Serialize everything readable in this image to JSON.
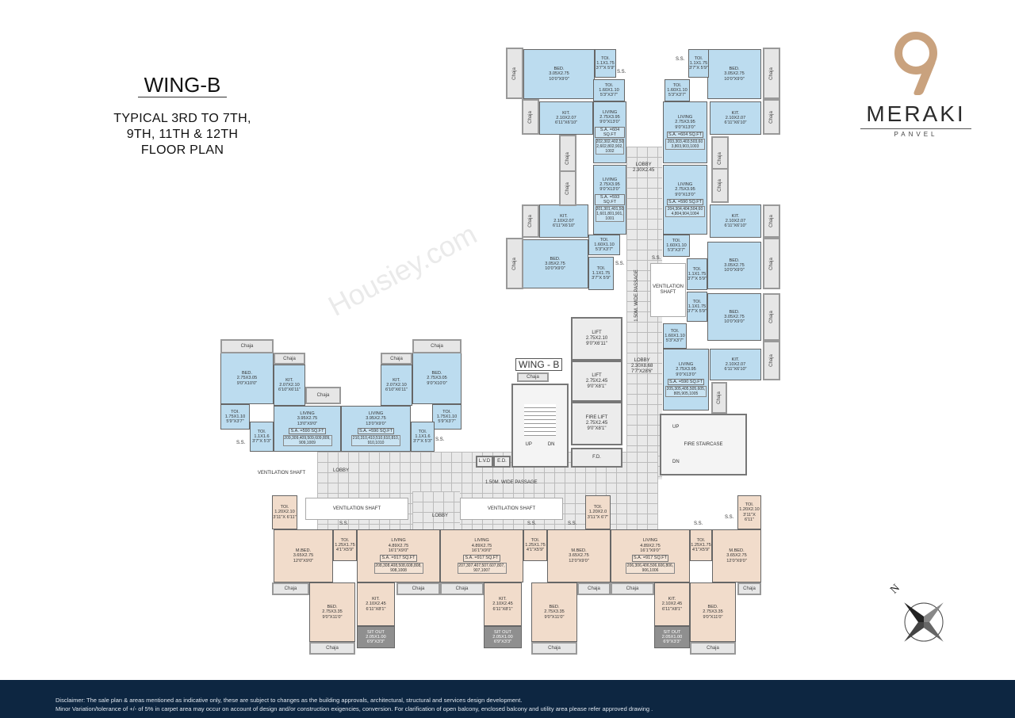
{
  "header": {
    "wing": "WING-B",
    "floors_line1": "TYPICAL 3RD TO 7TH,",
    "floors_line2": "9TH, 11TH & 12TH",
    "floors_line3": "FLOOR PLAN"
  },
  "logo": {
    "brand": "MERAKI",
    "location": "PANVEL",
    "numeral": "9",
    "color": "#c9a27e"
  },
  "plan_label": "WING - B",
  "chaja_label": "Chaja",
  "watermark": "Housiey.com",
  "common": {
    "lobby_top": "LOBBY",
    "lobby_top_dims": "2.30X2.45",
    "lobby_mid": "LOBBY",
    "lobby_mid_dims1": "2.30X8.68",
    "lobby_mid_dims2": "7'7\"X28'6\"",
    "passage_vertical": "1.50M. WIDE PASSAGE",
    "passage_horizontal": "1.50M. WIDE PASSAGE",
    "lobby_left": "LOBBY",
    "lobby_bottom": "LOBBY",
    "lift1": [
      "LIFT",
      "2.75X2.10",
      "9'0\"X6'11\""
    ],
    "lift2": [
      "LIFT",
      "2.75X2.45",
      "9'0\"X8'1\""
    ],
    "fire_lift": [
      "FIRE LIFT",
      "2.75X2.45",
      "9'0\"X8'1\""
    ],
    "fd": "F.D.",
    "lvd": "L.V.D",
    "ed": "E.D.",
    "staircase_up": "UP",
    "staircase_dn": "DN",
    "fire_staircase": "FIRE STAIRCASE",
    "fire_up": "UP",
    "fire_dn": "DN",
    "ventilation_shaft": "VENTILATION SHAFT",
    "ss": "S.S."
  },
  "units": [
    {
      "id": "202",
      "area": "S.A. =604 SQ.FT",
      "flats": "202,302,402,502,602,802,902,1002",
      "tone": "blue",
      "rooms": [
        {
          "label": "BED.",
          "m": "3.05X2.75",
          "i": "10'0\"X9'0\""
        },
        {
          "label": "TOI.",
          "m": "1.1X1.75",
          "i": "3'7\"X 5'9\""
        },
        {
          "label": "TOI.",
          "m": "1.60X1.10",
          "i": "5'3\"X3'7\""
        },
        {
          "label": "KIT.",
          "m": "2.10X2.07",
          "i": "6'11\"X6'10\""
        },
        {
          "label": "LIVING",
          "m": "2.75X3.95",
          "i": "9'0\"X13'0\""
        }
      ]
    },
    {
      "id": "201",
      "area": "S.A. =593 SQ.FT",
      "flats": "201,301,401,501,601,801,901,1001",
      "tone": "blue",
      "rooms": [
        {
          "label": "LIVING",
          "m": "2.75X3.95",
          "i": "9'0\"X13'0\""
        },
        {
          "label": "TOI.",
          "m": "1.60X1.10",
          "i": "5'3\"X3'7\""
        },
        {
          "label": "KIT.",
          "m": "2.10X2.07",
          "i": "6'11\"X6'10\""
        },
        {
          "label": "BED.",
          "m": "3.05X2.75",
          "i": "10'0\"X9'0\""
        },
        {
          "label": "TOI.",
          "m": "1.1X1.75",
          "i": "3'7\"X 5'9\""
        }
      ]
    },
    {
      "id": "203",
      "area": "S.A. =604 SQ.FT",
      "flats": "203,303,403,503,603,803,903,1003",
      "tone": "blue",
      "rooms": [
        {
          "label": "BED.",
          "m": "3.05X2.75",
          "i": "10'0\"X9'0\""
        },
        {
          "label": "TOI.",
          "m": "1.1X1.75",
          "i": "3'7\"X 5'9\""
        },
        {
          "label": "TOI.",
          "m": "1.60X1.10",
          "i": "5'3\"X3'7\""
        },
        {
          "label": "KIT.",
          "m": "2.10X2.07",
          "i": "6'11\"X6'10\""
        },
        {
          "label": "LIVING",
          "m": "2.75X3.95",
          "i": "9'0\"X13'0\""
        }
      ]
    },
    {
      "id": "204",
      "area": "S.A. =590 SQ.FT",
      "flats": "204,304,404,504,604,804,904,1004",
      "tone": "blue",
      "rooms": [
        {
          "label": "LIVING",
          "m": "2.75X3.95",
          "i": "9'0\"X13'0\""
        },
        {
          "label": "KIT.",
          "m": "2.10X2.07",
          "i": "6'11\"X6'10\""
        },
        {
          "label": "TOI.",
          "m": "1.60X1.10",
          "i": "5'3\"X3'7\""
        },
        {
          "label": "BED.",
          "m": "3.05X2.75",
          "i": "10'0\"X9'0\""
        },
        {
          "label": "TOI.",
          "m": "1.1X1.75",
          "i": "3'7\"X 5'9\""
        }
      ]
    },
    {
      "id": "205",
      "area": "S.A. =590 SQ.FT",
      "flats": "205,305,405,505,605,805,905,1005",
      "tone": "blue",
      "rooms": [
        {
          "label": "BED.",
          "m": "3.05X2.75",
          "i": "10'0\"X9'0\""
        },
        {
          "label": "TOI.",
          "m": "1.1X1.75",
          "i": "3'7\"X 5'9\""
        },
        {
          "label": "TOI.",
          "m": "1.60X1.10",
          "i": "5'3\"X3'7\""
        },
        {
          "label": "KIT.",
          "m": "2.10X2.07",
          "i": "6'11\"X6'10\""
        },
        {
          "label": "LIVING",
          "m": "2.75X3.95",
          "i": "9'0\"X13'0\""
        }
      ]
    },
    {
      "id": "209",
      "area": "S.A. =590 SQ.FT",
      "flats": "209,309,409,509,609,809,909,1009",
      "tone": "blue",
      "rooms": [
        {
          "label": "BED.",
          "m": "2.75X3.05",
          "i": "9'0\"X10'0\""
        },
        {
          "label": "KIT.",
          "m": "2.07X2.10",
          "i": "6'10\"X6'11\""
        },
        {
          "label": "TOI.",
          "m": "1.75X1.10",
          "i": "5'9\"X3'7\""
        },
        {
          "label": "TOI.",
          "m": "1.1X1.6",
          "i": "3'7\"X 5'3\""
        },
        {
          "label": "LIVING",
          "m": "3.95X2.75",
          "i": "13'0\"X9'0\""
        }
      ]
    },
    {
      "id": "210",
      "area": "S.A. =590 SQ.FT",
      "flats": "210,310,410,510,610,810,910,1010",
      "tone": "blue",
      "rooms": [
        {
          "label": "BED.",
          "m": "2.75X3.05",
          "i": "9'0\"X10'0\""
        },
        {
          "label": "KIT.",
          "m": "2.07X2.10",
          "i": "6'10\"X6'11\""
        },
        {
          "label": "TOI.",
          "m": "1.75X1.10",
          "i": "5'9\"X3'7\""
        },
        {
          "label": "TOI.",
          "m": "1.1X1.6",
          "i": "3'7\"X 5'3\""
        },
        {
          "label": "LIVING",
          "m": "3.95X2.75",
          "i": "13'0\"X9'0\""
        }
      ]
    },
    {
      "id": "208",
      "area": "S.A. =917 SQ.FT",
      "flats": "208,308,408,508,608,808,908,1008",
      "tone": "beige",
      "rooms": [
        {
          "label": "TOI.",
          "m": "1.20X2.10",
          "i": "3'11\"X 6'11\""
        },
        {
          "label": "M.BED.",
          "m": "3.65X2.75",
          "i": "12'0\"X9'0\""
        },
        {
          "label": "TOI.",
          "m": "1.25X1.75",
          "i": "4'1\"X5'9\""
        },
        {
          "label": "LIVING",
          "m": "4.89X2.75",
          "i": "16'1\"X9'0\""
        },
        {
          "label": "BED.",
          "m": "2.75X3.35",
          "i": "9'0\"X11'0\""
        },
        {
          "label": "KIT.",
          "m": "2.10X2.45",
          "i": "6'11\"X8'1\""
        },
        {
          "label": "SIT OUT",
          "m": "2.05X1.00",
          "i": "6'9\"X3'3\""
        }
      ]
    },
    {
      "id": "207",
      "area": "S.A. =917 SQ.FT",
      "flats": "207,307,407,507,607,807,907,1007",
      "tone": "beige",
      "rooms": [
        {
          "label": "LIVING",
          "m": "4.89X2.75",
          "i": "16'1\"X9'0\""
        },
        {
          "label": "TOI.",
          "m": "1.25X1.75",
          "i": "4'1\"X5'9\""
        },
        {
          "label": "M.BED.",
          "m": "3.65X2.75",
          "i": "12'0\"X9'0\""
        },
        {
          "label": "TOI.",
          "m": "1.20X2.0",
          "i": "3'11\"X 6'7\""
        },
        {
          "label": "KIT.",
          "m": "2.10X2.45",
          "i": "6'11\"X8'1\""
        },
        {
          "label": "SIT OUT",
          "m": "2.05X1.00",
          "i": "6'9\"X3'3\""
        },
        {
          "label": "BED.",
          "m": "2.75X3.35",
          "i": "9'0\"X11'0\""
        }
      ]
    },
    {
      "id": "206",
      "area": "S.A. =917 SQ.FT",
      "flats": "206,306,406,506,606,806,906,1006",
      "tone": "beige",
      "rooms": [
        {
          "label": "LIVING",
          "m": "4.89X2.75",
          "i": "16'1\"X9'0\""
        },
        {
          "label": "TOI.",
          "m": "1.25X1.75",
          "i": "4'1\"X5'9\""
        },
        {
          "label": "M.BED.",
          "m": "3.65X2.75",
          "i": "12'0\"X9'0\""
        },
        {
          "label": "TOI.",
          "m": "1.20X2.10",
          "i": "3'11\"X 6'11\""
        },
        {
          "label": "KIT.",
          "m": "2.10X2.45",
          "i": "6'11\"X8'1\""
        },
        {
          "label": "SIT OUT",
          "m": "2.05X1.00",
          "i": "6'9\"X3'3\""
        },
        {
          "label": "BED.",
          "m": "2.75X3.35",
          "i": "9'0\"X11'0\""
        }
      ]
    }
  ],
  "compass": {
    "north_label": "N",
    "icon": "compass-rose-icon"
  },
  "footer": {
    "line1": "Disclaimer: The sale plan & areas mentioned as indicative only, these are subject to changes as the building approvals, architectural, structural and services design development.",
    "line2": "Minor Variation/tolerance of +/- of 5% in carpet area may occur on account of design and/or construction exigencies, conversion. For clarification of open balcony, enclosed balcony and utility area please refer approved drawing ."
  }
}
